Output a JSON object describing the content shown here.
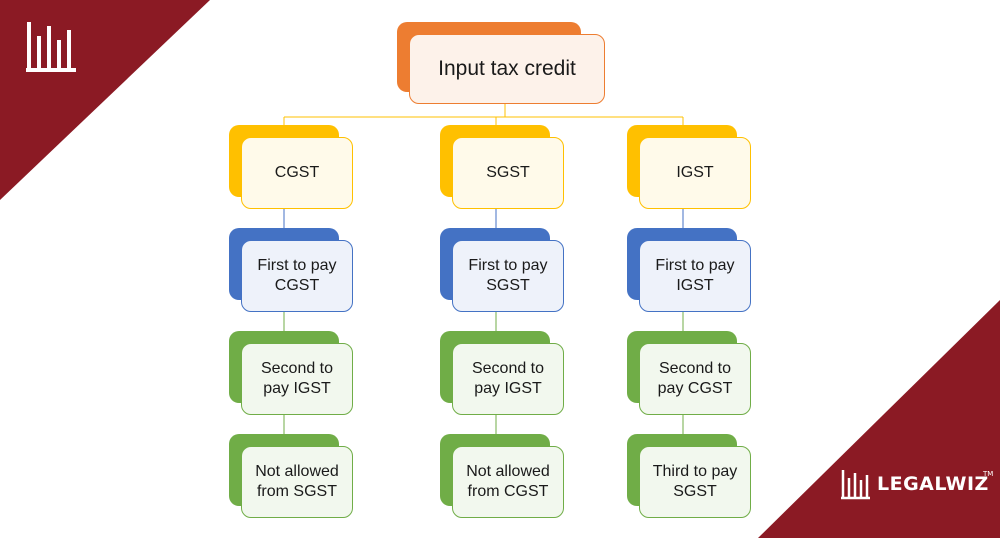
{
  "colors": {
    "maroon": "#8b1a24",
    "root": "#ed7d31",
    "tax_heads": "#ffc000",
    "first": "#4472c4",
    "later": "#70ad47"
  },
  "branding": {
    "logo_icon": "legalwiz-bars-icon",
    "name": "LEGALWIZ",
    "tm": "TM"
  },
  "root": {
    "label": "Input tax credit"
  },
  "columns": [
    {
      "head": "CGST",
      "steps": [
        "First to pay CGST",
        "Second to pay IGST",
        "Not allowed from SGST"
      ]
    },
    {
      "head": "SGST",
      "steps": [
        "First to pay SGST",
        "Second to pay IGST",
        "Not allowed from CGST"
      ]
    },
    {
      "head": "IGST",
      "steps": [
        "First to pay IGST",
        "Second to pay CGST",
        "Third to pay SGST"
      ]
    }
  ]
}
